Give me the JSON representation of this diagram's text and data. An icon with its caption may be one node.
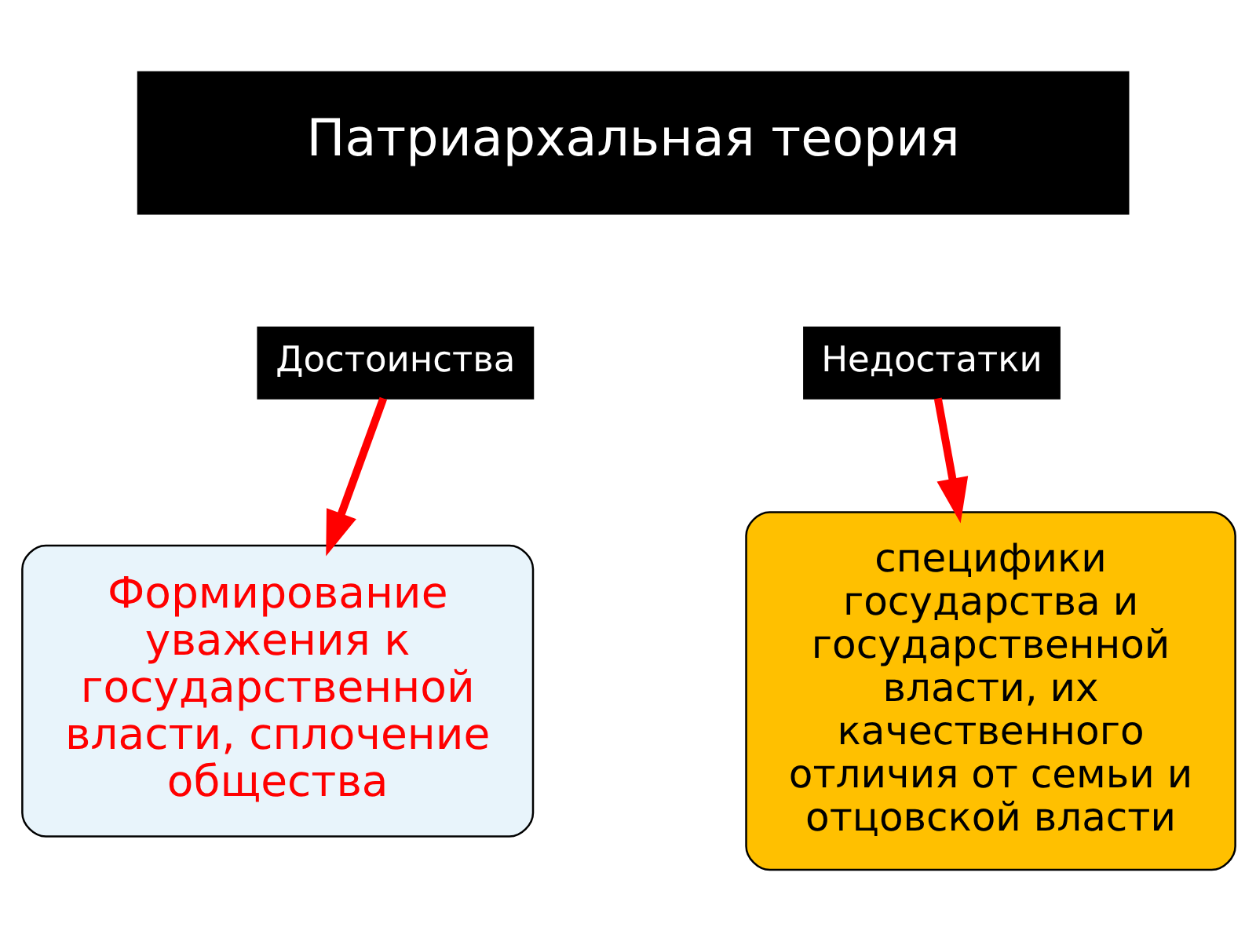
{
  "diagram": {
    "nodes": [
      {
        "text": [
          "Патриархальная теория"
        ]
      },
      {
        "text": [
          "Достоинства"
        ]
      },
      {
        "text": [
          "Недостатки"
        ]
      },
      {
        "text": [
          "Формирование уважения к государственной власти, сплочение общества"
        ]
      },
      {
        "text": [
          "специфики государства и государственной власти, их качественного отличия от семьи и отцовской власти"
        ]
      }
    ],
    "edges": [
      {
        "from": 1,
        "to": 3,
        "arrow": "to"
      },
      {
        "from": 2,
        "to": 4,
        "arrow": "to"
      }
    ]
  }
}
